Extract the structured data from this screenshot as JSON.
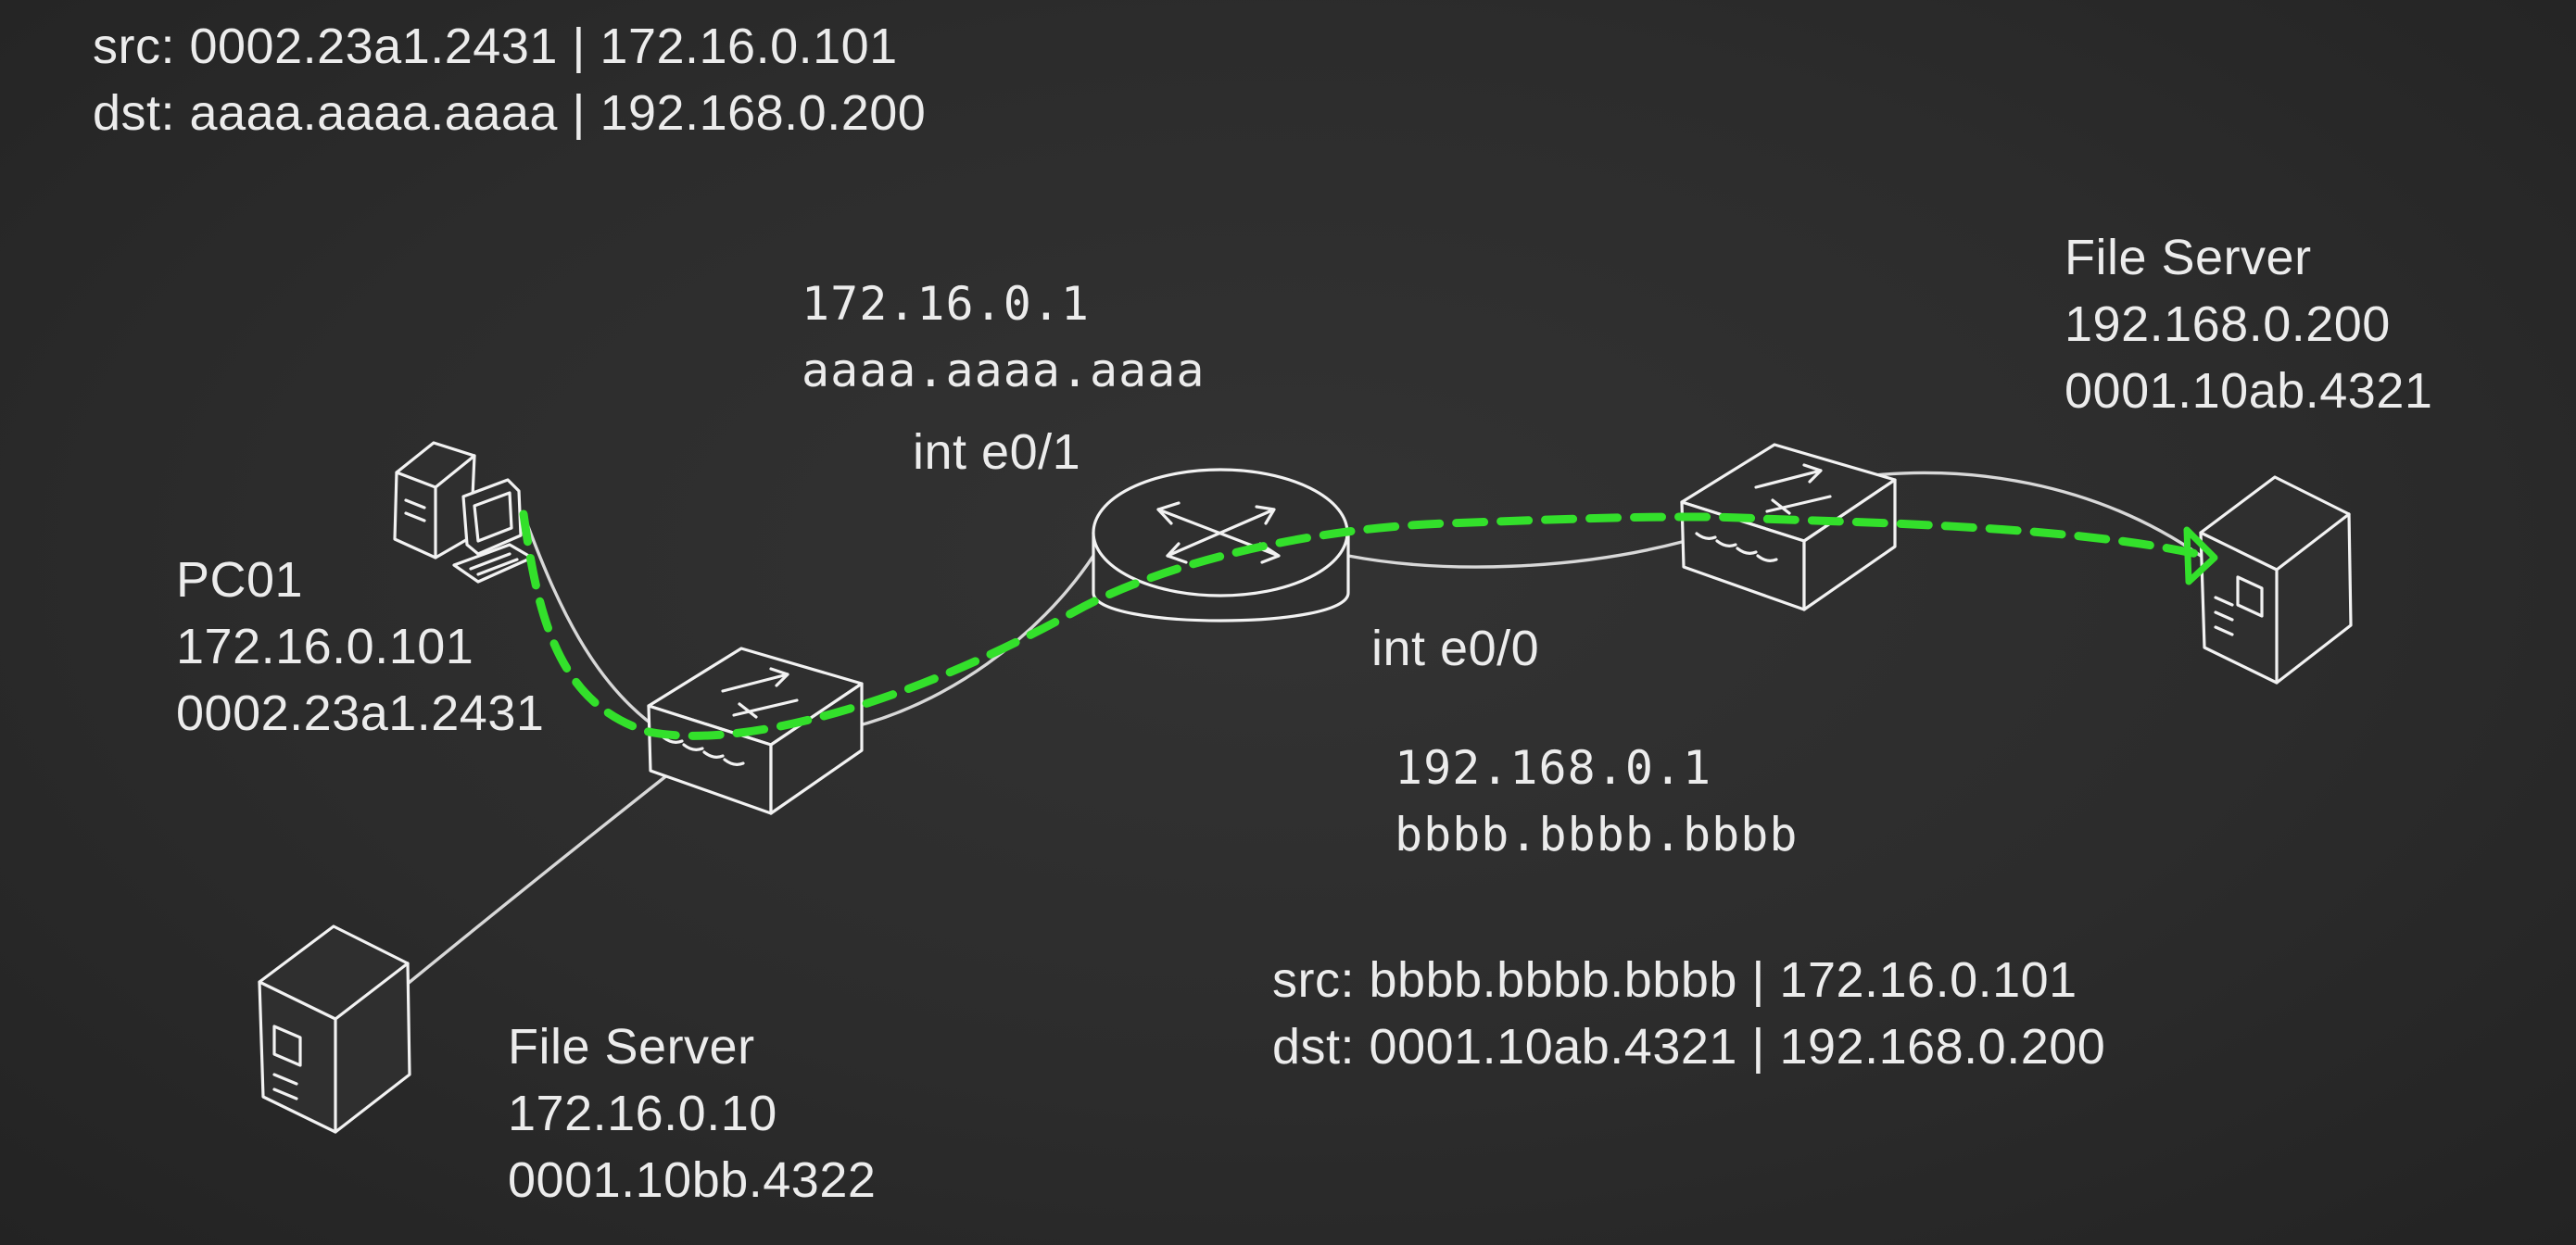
{
  "packet_before_router": {
    "src": "src: 0002.23a1.2431 | 172.16.0.101",
    "dst": "dst: aaaa.aaaa.aaaa | 192.168.0.200"
  },
  "packet_after_router": {
    "src": "src: bbbb.bbbb.bbbb | 172.16.0.101",
    "dst": "dst: 0001.10ab.4321 | 192.168.0.200"
  },
  "router": {
    "e0_1": {
      "ip": "172.16.0.1",
      "mac": "aaaa.aaaa.aaaa",
      "interface": "int e0/1"
    },
    "e0_0": {
      "interface": "int e0/0",
      "ip": "192.168.0.1",
      "mac": "bbbb.bbbb.bbbb"
    }
  },
  "pc01": {
    "name": "PC01",
    "ip": "172.16.0.101",
    "mac": "0002.23a1.2431"
  },
  "local_file_server": {
    "name": "File Server",
    "ip": "172.16.0.10",
    "mac": "0001.10bb.4322"
  },
  "remote_file_server": {
    "name": "File Server",
    "ip": "192.168.0.200",
    "mac": "0001.10ab.4321"
  },
  "colors": {
    "background": "#2b2b2b",
    "sketch": "#f2f2f2",
    "text": "#ececec",
    "packet_path": "#33e02b"
  },
  "icons": {
    "pc": "desktop-computer-icon",
    "switch": "network-switch-icon",
    "router": "router-icon",
    "server": "server-tower-icon"
  }
}
